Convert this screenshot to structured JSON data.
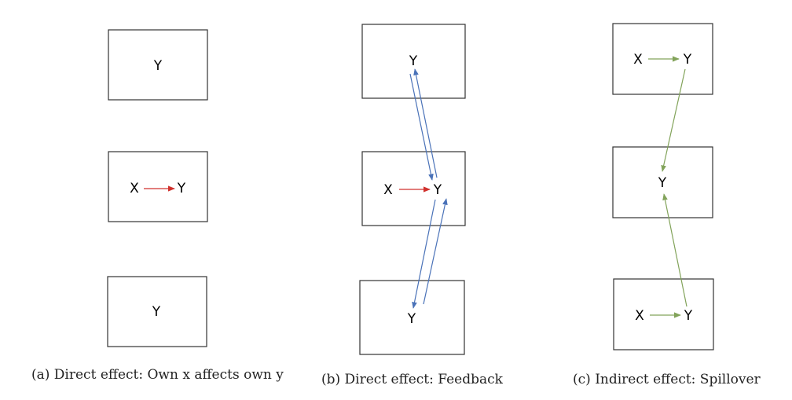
{
  "colors": {
    "direct": "#d0312d",
    "feedback": "#4a72b8",
    "spillover": "#82a35a",
    "box_border": "#333333"
  },
  "panels": [
    {
      "id": "a",
      "caption": "(a) Direct effect: Own x affects own y",
      "boxes": [
        {
          "y_label": "Y"
        },
        {
          "x_label": "X",
          "y_label": "Y"
        },
        {
          "y_label": "Y"
        }
      ]
    },
    {
      "id": "b",
      "caption": "(b) Direct effect: Feedback",
      "boxes": [
        {
          "y_label": "Y"
        },
        {
          "x_label": "X",
          "y_label": "Y"
        },
        {
          "y_label": "Y"
        }
      ]
    },
    {
      "id": "c",
      "caption": "(c) Indirect effect: Spillover",
      "boxes": [
        {
          "x_label": "X",
          "y_label": "Y"
        },
        {
          "y_label": "Y"
        },
        {
          "x_label": "X",
          "y_label": "Y"
        }
      ]
    }
  ]
}
